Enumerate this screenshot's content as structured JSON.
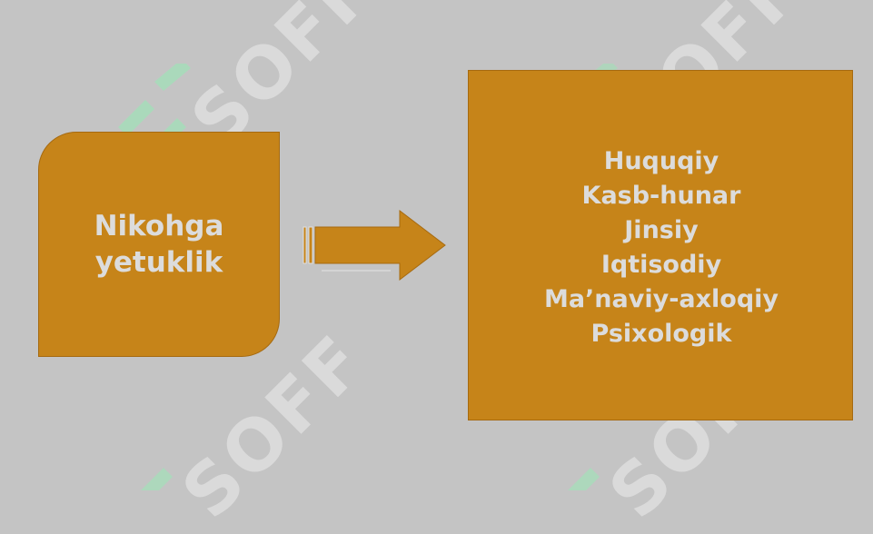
{
  "diagram": {
    "source_label_lines": [
      "Nikohga",
      "yetuklik"
    ],
    "target_items": [
      "Huquqiy",
      "Kasb-hunar",
      "Jinsiy",
      "Iqtisodiy",
      "Ma’naviy-axloqiy",
      "Psixologik"
    ]
  },
  "watermark": {
    "text": "SOFF",
    "icon": "soff-logo-mark"
  },
  "colors": {
    "background": "#c4c4c4",
    "box_fill": "#c68419",
    "text": "#dcdcdc"
  }
}
